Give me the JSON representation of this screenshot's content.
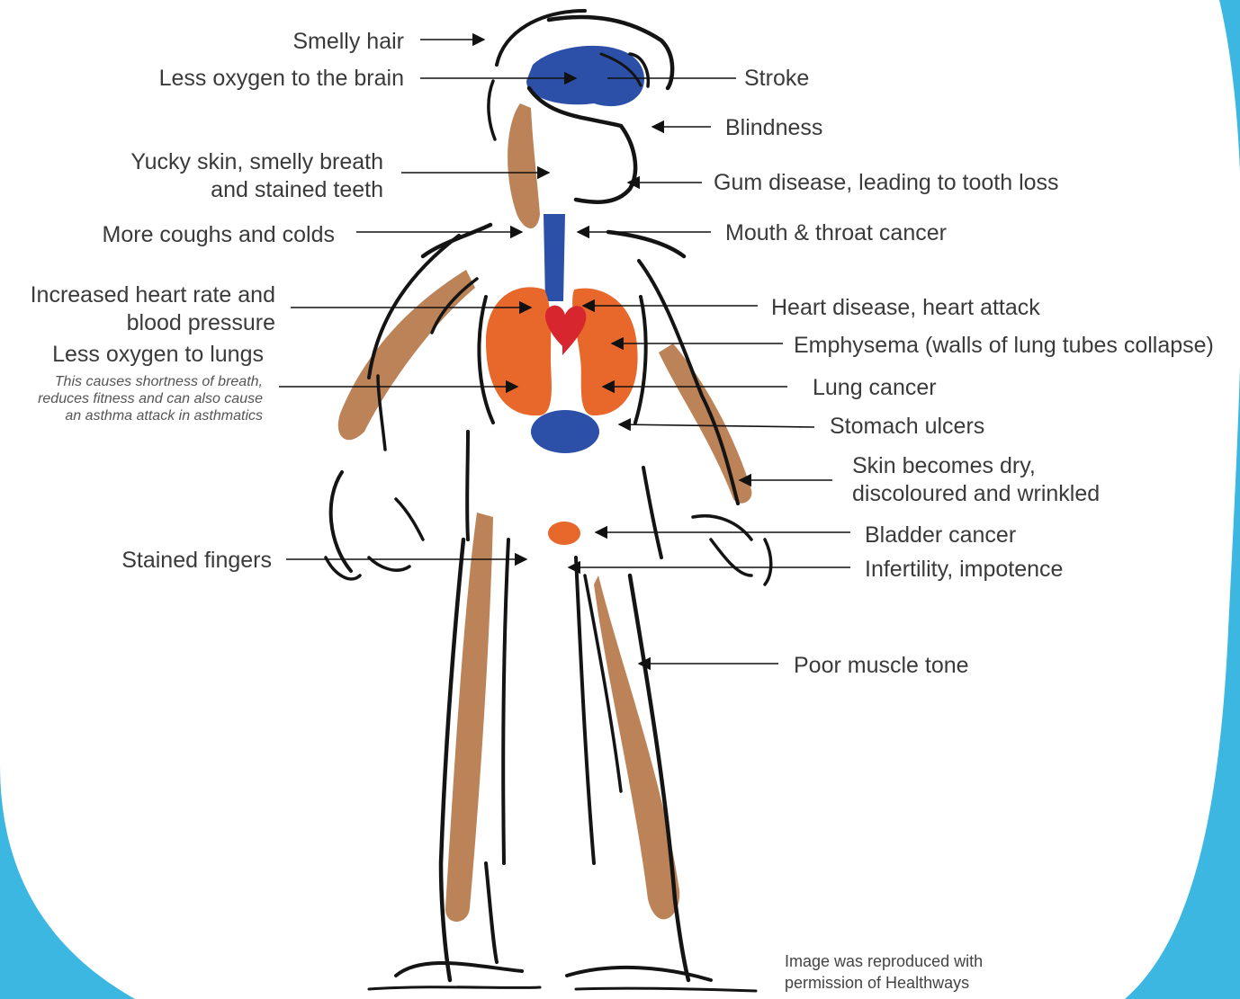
{
  "colors": {
    "background_panel": "#3bb7e2",
    "skin": "#b87a4b",
    "ink": "#141414",
    "organ_blue": "#2c4fa8",
    "lungs": "#e8672a",
    "heart": "#d8262e",
    "label_text": "#3a3a3a"
  },
  "left_labels": {
    "smelly_hair": "Smelly hair",
    "less_oxygen_brain": "Less oxygen to the brain",
    "yucky_skin_line1": "Yucky skin, smelly breath",
    "yucky_skin_line2": "and stained teeth",
    "coughs_colds": "More coughs and colds",
    "heart_rate_line1": "Increased heart rate and",
    "heart_rate_line2": "blood pressure",
    "less_oxygen_lungs": "Less oxygen to lungs",
    "lungs_note_line1": "This causes shortness of breath,",
    "lungs_note_line2": "reduces fitness and can also cause",
    "lungs_note_line3": "an asthma attack in asthmatics",
    "stained_fingers": "Stained fingers"
  },
  "right_labels": {
    "stroke": "Stroke",
    "blindness": "Blindness",
    "gum_disease": "Gum disease, leading to tooth loss",
    "mouth_throat_cancer": "Mouth & throat cancer",
    "heart_disease": "Heart disease, heart attack",
    "emphysema": "Emphysema (walls of lung tubes collapse)",
    "lung_cancer": "Lung cancer",
    "stomach_ulcers": "Stomach ulcers",
    "skin_line1": "Skin becomes dry,",
    "skin_line2": "discoloured and wrinkled",
    "bladder_cancer": "Bladder cancer",
    "infertility": "Infertility, impotence",
    "poor_muscle_tone": "Poor muscle tone"
  },
  "credit": {
    "line1": "Image was reproduced with",
    "line2": "permission of Healthways"
  }
}
